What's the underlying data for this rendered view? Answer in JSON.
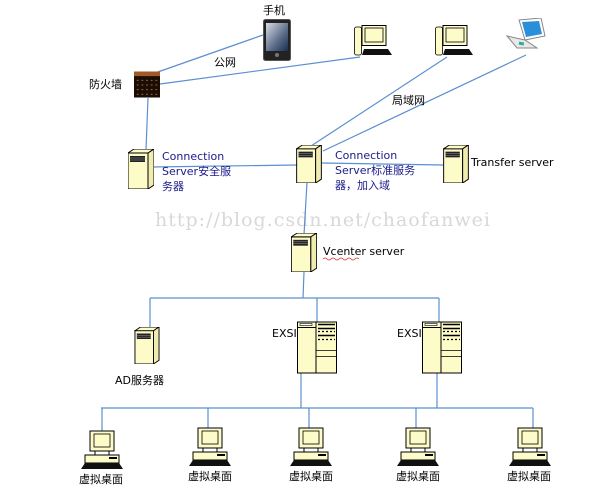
{
  "diagram": {
    "watermark": "http://blog.csdn.net/chaofanwei",
    "nodes": {
      "phone": "手机",
      "firewall": "防火墙",
      "security_server": [
        "Connection",
        "Server安全服",
        "务器"
      ],
      "standard_server": [
        "Connection",
        "Server标准服务",
        "器，加入域"
      ],
      "transfer_server": "Transfer server",
      "vcenter": "Vcenter server",
      "ad_server": "AD服务器",
      "exsi_1": "EXSI",
      "exsi_2": "EXSI",
      "desktops": [
        "虚拟桌面",
        "虚拟桌面",
        "虚拟桌面",
        "虚拟桌面",
        "虚拟桌面"
      ]
    },
    "edge_labels": {
      "public_net": "公网",
      "lan": "局域网"
    },
    "colors": {
      "line": "#5b8fd0",
      "device_fill": "#fdfbc8"
    }
  }
}
